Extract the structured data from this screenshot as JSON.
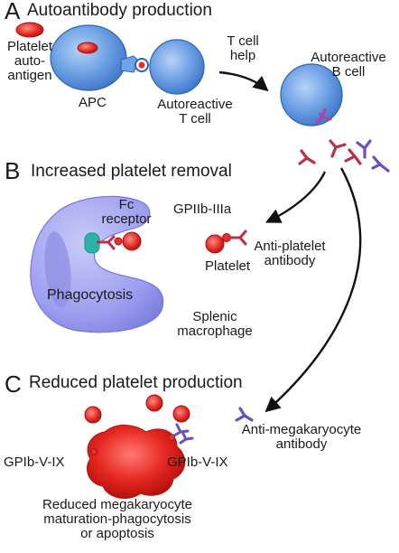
{
  "panels": {
    "a": {
      "letter": "A",
      "title": "Autoantibody production"
    },
    "b": {
      "letter": "B",
      "title": "Increased platelet removal"
    },
    "c": {
      "letter": "C",
      "title": "Reduced platelet production"
    }
  },
  "labels": {
    "platelet_autoantigen": [
      "Platelet",
      "auto-",
      "antigen"
    ],
    "apc": "APC",
    "autoreactive_t_cell": [
      "Autoreactive",
      "T cell"
    ],
    "t_cell_help": [
      "T cell",
      "help"
    ],
    "autoreactive_b_cell": [
      "Autoreactive",
      "B cell"
    ],
    "fc_receptor": [
      "Fc",
      "receptor"
    ],
    "phagocytosis": "Phagocytosis",
    "gpiib_iiia": "GPIIb-IIIa",
    "platelet": "Platelet",
    "anti_platelet_antibody": [
      "Anti-platelet",
      "antibody"
    ],
    "splenic_macrophage": [
      "Splenic",
      "macrophage"
    ],
    "gpib_left": "GPIb-V-IX",
    "gpib_right": "GPIb-V-IX",
    "anti_megakaryocyte_antibody": [
      "Anti-megakaryocyte",
      "antibody"
    ],
    "reduced_maturation": [
      "Reduced megakaryocyte",
      "maturation-phagocytosis",
      "or apoptosis"
    ]
  },
  "colors": {
    "cell_blue": "#5a94e0",
    "cell_blue_light": "#a9c8f2",
    "platelet_red": "#e0201c",
    "antibody_red": "#b83148",
    "antibody_purple": "#6a4fbf",
    "antibody_magenta": "#b23fa6",
    "macrophage": "#9d9ef0",
    "fc_teal": "#2bb3a7",
    "arrow": "#111111"
  }
}
